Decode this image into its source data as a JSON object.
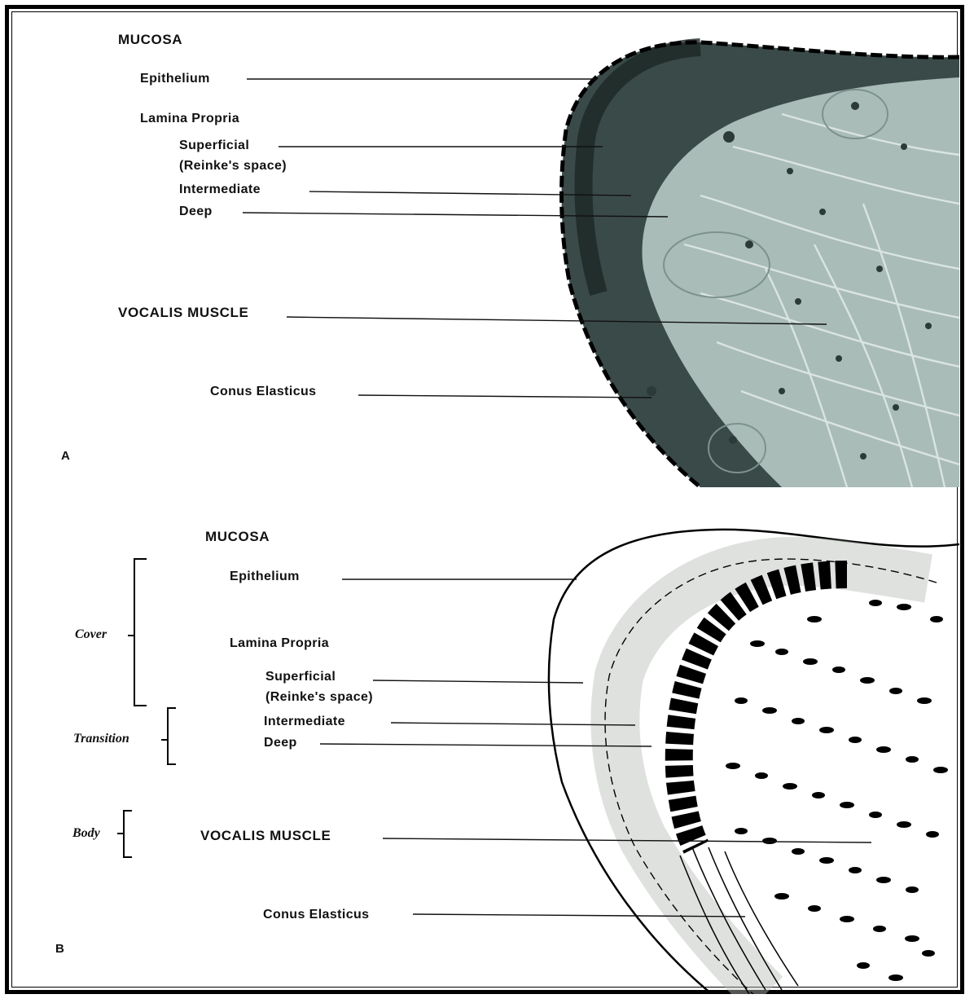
{
  "panel_a": {
    "letter": "A",
    "mucosa": "MUCOSA",
    "epithelium": "Epithelium",
    "lamina_propria": "Lamina Propria",
    "superficial": "Superficial",
    "reinkes_space": "(Reinke's space)",
    "intermediate": "Intermediate",
    "deep": "Deep",
    "vocalis_muscle": "VOCALIS MUSCLE",
    "conus_elasticus": "Conus Elasticus"
  },
  "panel_b": {
    "letter": "B",
    "mucosa": "MUCOSA",
    "epithelium": "Epithelium",
    "lamina_propria": "Lamina Propria",
    "superficial": "Superficial",
    "reinkes_space": "(Reinke's space)",
    "intermediate": "Intermediate",
    "deep": "Deep",
    "vocalis_muscle": "VOCALIS MUSCLE",
    "conus_elasticus": "Conus Elasticus",
    "cover": "Cover",
    "transition": "Transition",
    "body": "Body"
  }
}
